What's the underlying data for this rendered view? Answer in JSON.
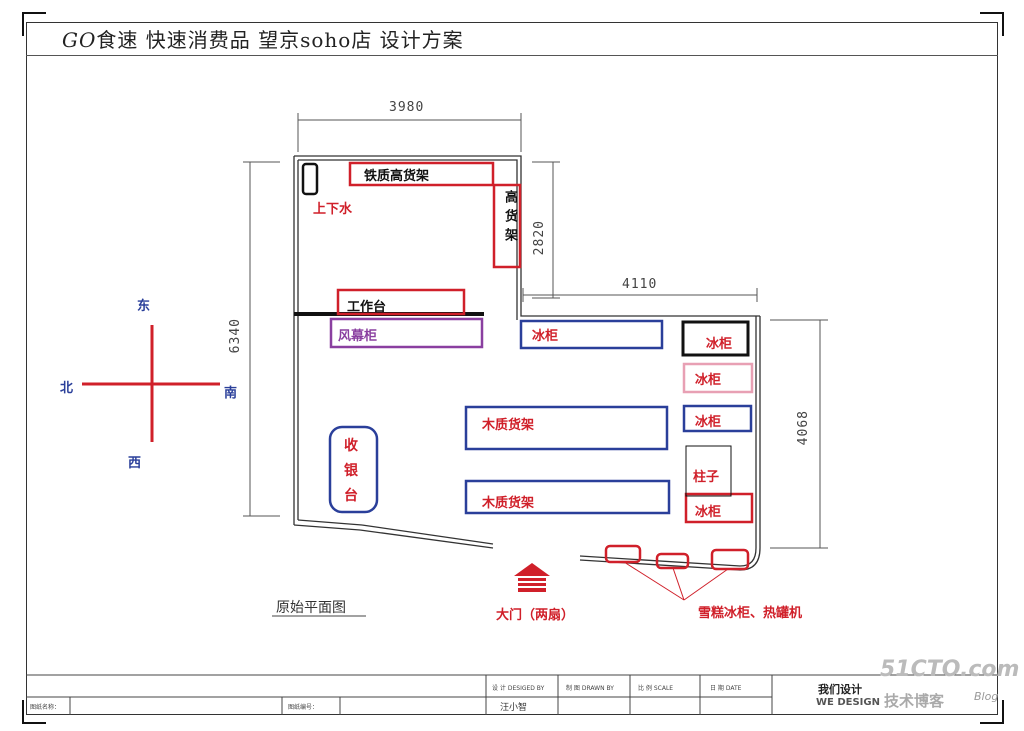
{
  "title": "GO食速  快速消费品  望京soho店     设计方案",
  "title_parts": {
    "go": "GO",
    "rest": "食速  快速消费品  望京soho店     设计方案"
  },
  "dimensions": {
    "top_width": "3980",
    "left_height": "6340",
    "upper_right_height": "2820",
    "right_width": "4110",
    "right_height": "4068"
  },
  "compass": {
    "north": "北",
    "south": "南",
    "east": "东",
    "west": "西"
  },
  "labels": {
    "iron_shelf": "铁质高货架",
    "water": "上下水",
    "high_shelf": "高货架",
    "workbench": "工作台",
    "air_curtain": "风幕柜",
    "fridge_1": "冰柜",
    "fridge_2": "冰柜",
    "fridge_3": "冰柜",
    "fridge_4": "冰柜",
    "fridge_5": "冰柜",
    "wood_shelf_1": "木质货架",
    "wood_shelf_2": "木质货架",
    "cashier": "收银台",
    "pillar": "柱子",
    "door": "大门（两扇）",
    "icecream": "雪糕冰柜、热罐机",
    "plan_name": "原始平面图"
  },
  "title_block": {
    "drawing_name": "图纸名称：",
    "drawing_no": "图纸编号：",
    "design_cn": "设 计",
    "design_en": "DESIGED BY",
    "designer": "汪小智",
    "drawn_cn": "制 图",
    "drawn_en": "DRAWN BY",
    "scale_cn": "比 例",
    "scale_en": "SCALE",
    "date_cn": "日 期",
    "date_en": "DATE",
    "company": "我们设计",
    "company_en": "WE DESIGN"
  },
  "watermark": {
    "site": "51CTO.com",
    "sub": "技术博客",
    "blog": "Blog"
  },
  "colors": {
    "red": "#d0202a",
    "blue": "#2a3f9a",
    "purple": "#8a3fa0",
    "pink": "#e8a0b4"
  }
}
